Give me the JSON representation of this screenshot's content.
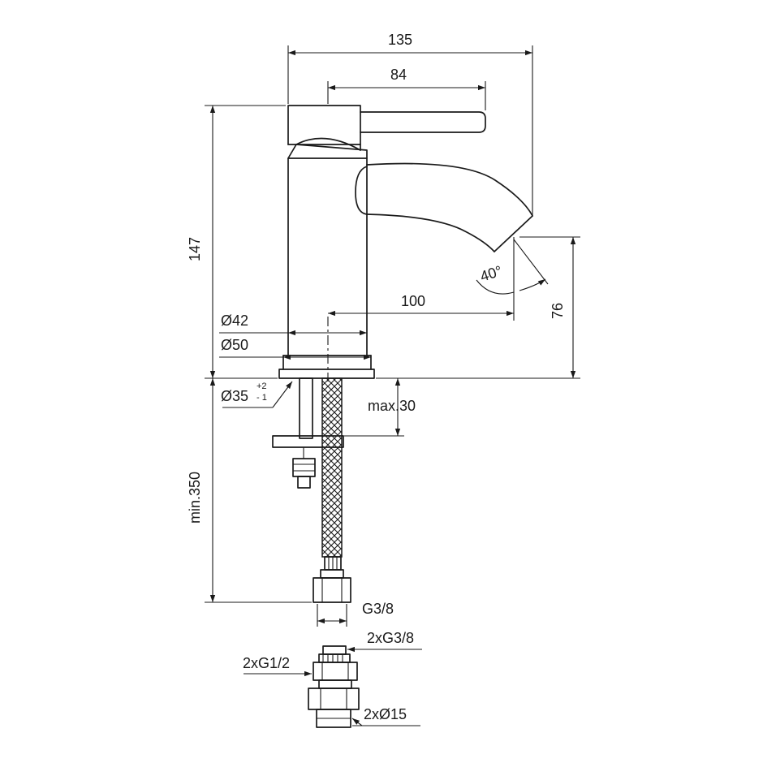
{
  "dimensions": {
    "width_total": "135",
    "lever_length": "84",
    "height": "147",
    "spout_reach": "100",
    "outlet_height": "76",
    "spout_angle": "40°",
    "body_diameter": "Ø42",
    "base_diameter": "Ø50",
    "hole_diameter": "Ø35",
    "hole_tol_plus": "+2",
    "hole_tol_minus": "- 1",
    "max_thickness": "max.30",
    "min_length": "min.350",
    "hose_thread": "G3/8",
    "valve_outlet": "2xG3/8",
    "valve_inlet": "2xG1/2",
    "valve_pipe": "2xØ15"
  }
}
